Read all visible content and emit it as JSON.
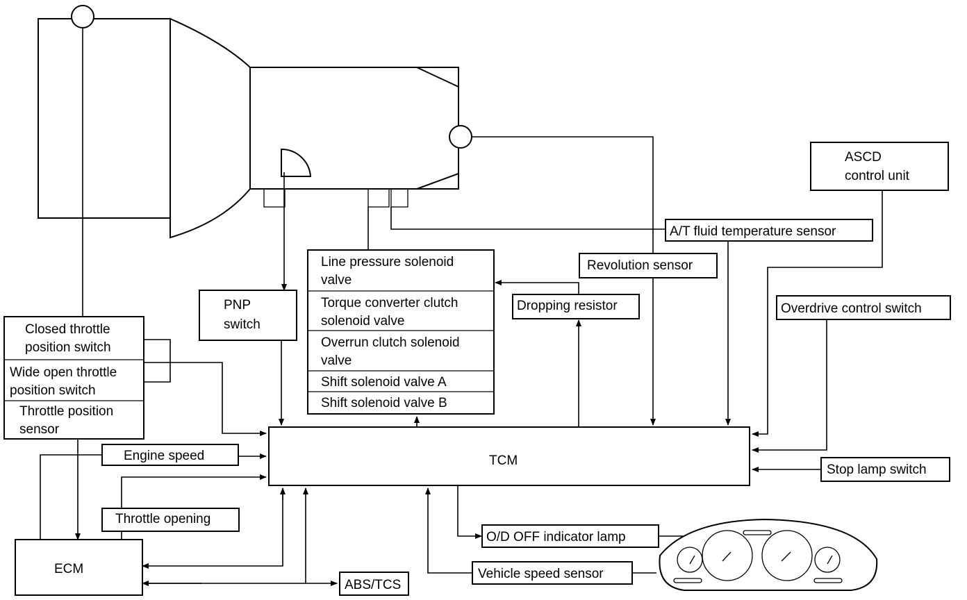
{
  "labels": {
    "ascd_line1": "ASCD",
    "ascd_line2": "control unit",
    "at_fluid_temp": "A/T fluid temperature sensor",
    "revolution_sensor": "Revolution sensor",
    "line_pressure_1": "Line pressure solenoid",
    "line_pressure_2": "valve",
    "tcc_1": "Torque converter clutch",
    "tcc_2": "solenoid valve",
    "overrun_1": "Overrun clutch solenoid",
    "overrun_2": "valve",
    "shift_a": "Shift solenoid valve A",
    "shift_b": "Shift solenoid valve B",
    "dropping_resistor": "Dropping resistor",
    "overdrive_switch": "Overdrive control switch",
    "pnp_1": "PNP",
    "pnp_2": "switch",
    "closed_throttle_1": "Closed throttle",
    "closed_throttle_2": "position switch",
    "wide_open_1": "Wide open throttle",
    "wide_open_2": "position switch",
    "tps_1": "Throttle position",
    "tps_2": "sensor",
    "engine_speed": "Engine speed",
    "tcm": "TCM",
    "stop_lamp": "Stop lamp switch",
    "throttle_opening": "Throttle opening",
    "od_off_lamp": "O/D OFF indicator lamp",
    "ecm": "ECM",
    "vehicle_speed": "Vehicle speed sensor",
    "abs_tcs": "ABS/TCS"
  }
}
